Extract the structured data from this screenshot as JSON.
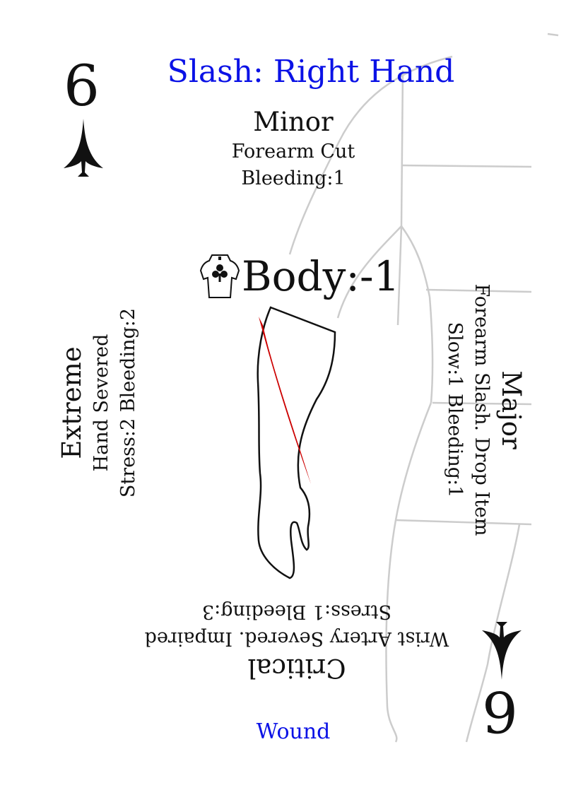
{
  "card": {
    "title": "Slash: Right Hand",
    "rank": "6",
    "footer": "Wound",
    "title_color": "#0b12e6",
    "wound_color": "#cc0000",
    "outline_color": "#cccccc"
  },
  "effects": {
    "minor": {
      "severity": "Minor",
      "line1": "Forearm Cut",
      "line2": "Bleeding:1"
    },
    "major": {
      "severity": "Major",
      "line1": "Forearm Slash. Drop Item",
      "line2": "Slow:1 Bleeding:1"
    },
    "critical": {
      "severity": "Critical",
      "line1": "Wrist Artery Severed. Impaired",
      "line2": "Stress:1 Bleeding:3"
    },
    "extreme": {
      "severity": "Extreme",
      "line1": "Hand Severed",
      "line2": "Stress:2 Bleeding:2"
    }
  },
  "body": {
    "label": "Body:-1",
    "icon": "torso-club-icon"
  },
  "suit": {
    "icon": "spade-dagger-icon"
  }
}
